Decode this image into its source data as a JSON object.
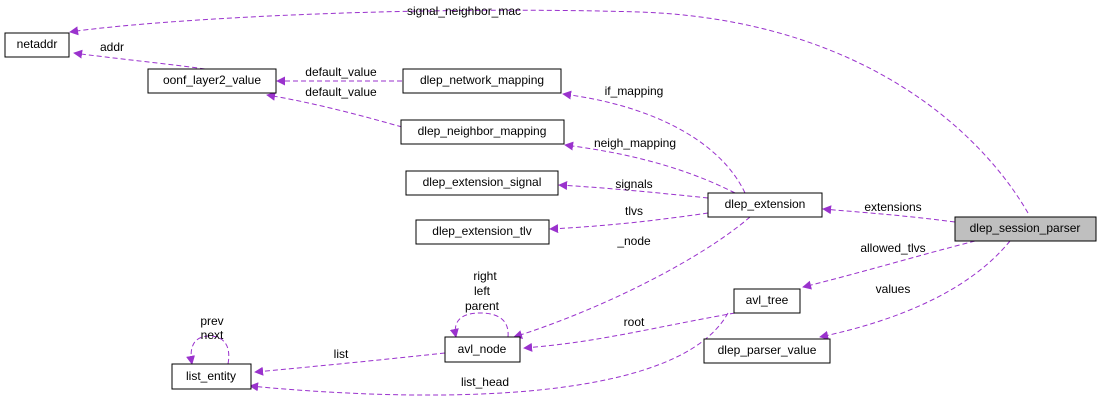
{
  "diagram": {
    "colors": {
      "edge": "#9a32cd",
      "node_border": "#000000",
      "highlight_fill": "#bfbfbf"
    },
    "nodes": {
      "netaddr": "netaddr",
      "oonf_layer2_value": "oonf_layer2_value",
      "dlep_network_mapping": "dlep_network_mapping",
      "dlep_neighbor_mapping": "dlep_neighbor_mapping",
      "dlep_extension_signal": "dlep_extension_signal",
      "dlep_extension_tlv": "dlep_extension_tlv",
      "dlep_extension": "dlep_extension",
      "dlep_session_parser": "dlep_session_parser",
      "avl_tree": "avl_tree",
      "dlep_parser_value": "dlep_parser_value",
      "avl_node": "avl_node",
      "list_entity": "list_entity"
    },
    "edges": {
      "signal_neighbor_mac": "signal_neighbor_mac",
      "addr": "addr",
      "default_value_1": "default_value",
      "default_value_2": "default_value",
      "if_mapping": "if_mapping",
      "neigh_mapping": "neigh_mapping",
      "signals": "signals",
      "tlvs": "tlvs",
      "extensions": "extensions",
      "allowed_tlvs": "allowed_tlvs",
      "values": "values",
      "node": "_node",
      "self_right": "right",
      "self_left": "left",
      "self_parent": "parent",
      "root": "root",
      "list": "list",
      "prev": "prev",
      "next": "next",
      "list_head": "list_head"
    }
  }
}
